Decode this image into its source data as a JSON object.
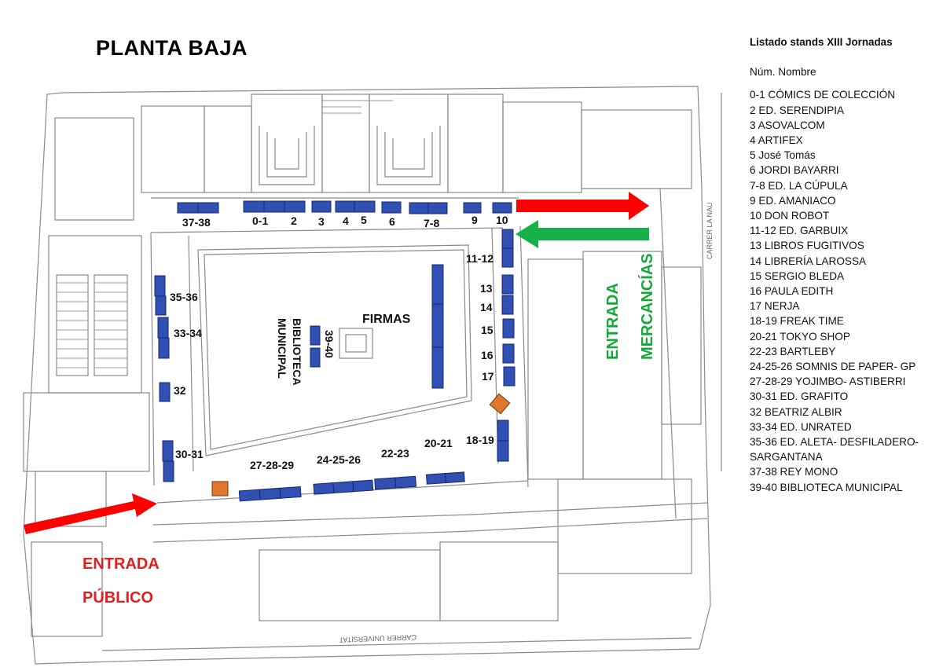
{
  "map_title": "PLANTA BAJA",
  "legend": {
    "title": "Listado stands XIII Jornadas",
    "header": "Núm. Nombre",
    "items": [
      "0-1 CÓMICS DE COLECCIÓN",
      "2 ED. SERENDIPIA",
      "3 ASOVALCOM",
      "4 ARTIFEX",
      "5 José Tomás",
      "6 JORDI BAYARRI",
      "7-8 ED. LA CÚPULA",
      "9 ED. AMANIACO",
      "10 DON ROBOT",
      "11-12 ED. GARBUIX",
      "13 LIBROS FUGITIVOS",
      "14 LIBRERÍA LAROSSA",
      "15 SERGIO BLEDA",
      "16 PAULA EDITH",
      "17 NERJA",
      "18-19 FREAK TIME",
      "20-21 TOKYO SHOP",
      "22-23 BARTLEBY",
      "24-25-26 SOMNIS DE PAPER- GP",
      "27-28-29 YOJIMBO- ASTIBERRI",
      "30-31 ED. GRAFITO",
      "32 BEATRIZ ALBIR",
      "33-34 ED. UNRATED",
      "35-36 ED. ALETA- DESFILADERO- SARGANTANA",
      "37-38 REY MONO",
      "39-40 BIBLIOTECA MUNICIPAL"
    ]
  },
  "stand_labels": {
    "s3738": "37-38",
    "s01": "0-1",
    "s2": "2",
    "s3": "3",
    "s4": "4",
    "s5": "5",
    "s6": "6",
    "s78": "7-8",
    "s9": "9",
    "s10": "10",
    "s1112": "11-12",
    "s13": "13",
    "s14": "14",
    "s15": "15",
    "s16": "16",
    "s17": "17",
    "s1819": "18-19",
    "s2021": "20-21",
    "s2223": "22-23",
    "s242526": "24-25-26",
    "s272829": "27-28-29",
    "s3031": "30-31",
    "s32": "32",
    "s3334": "33-34",
    "s3536": "35-36",
    "s3940": "39-40"
  },
  "area_labels": {
    "firmas": "FIRMAS",
    "biblioteca_1": "BIBLIOTECA",
    "biblioteca_2": "MUNICIPAL",
    "entrada_publico_1": "ENTRADA",
    "entrada_publico_2": "PÚBLICO",
    "entrada_mercancias_1": "ENTRADA",
    "entrada_mercancias_2": "MERCANCÍAS",
    "street_east": "CARRER LA NAU",
    "street_south": "CARRER UNIVERSITAT"
  },
  "colors": {
    "stand": "#3050b4",
    "stand_edge": "#18276a",
    "obstacle": "#e0772f",
    "public_arrow": "#ff0000",
    "goods_arrow": "#17b14a",
    "public_text": "#dd2020",
    "goods_text": "#14a83a",
    "linework": "#8a8a8a"
  }
}
